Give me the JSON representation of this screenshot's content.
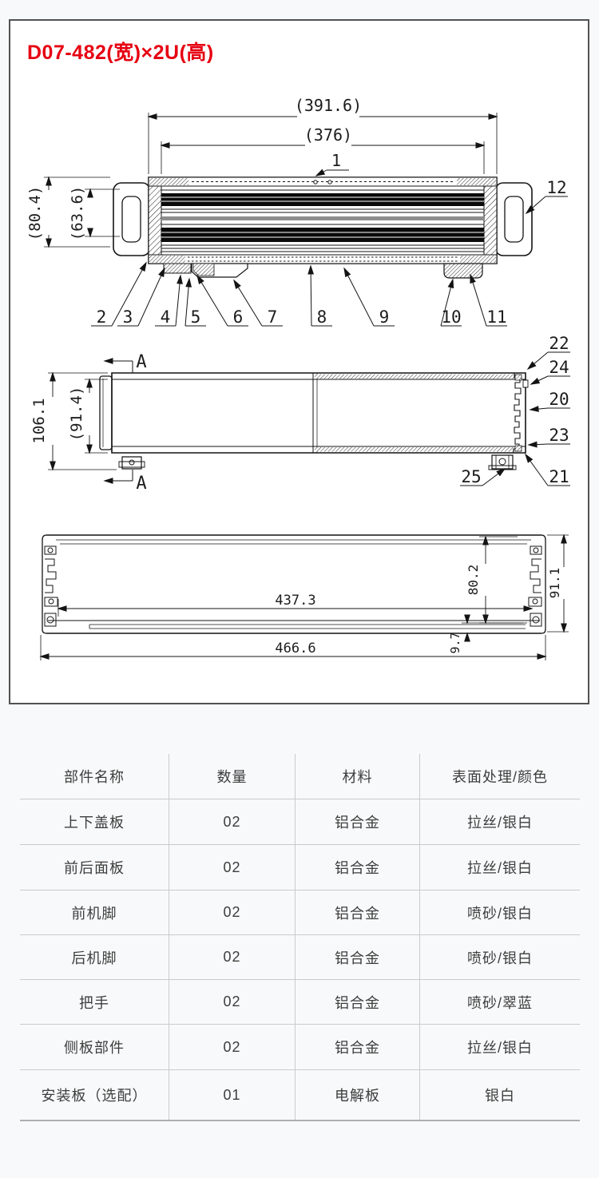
{
  "page": {
    "background": "#f8f9fa",
    "frame_border": "#525252"
  },
  "drawing": {
    "title": "D07-482(宽)×2U(高)",
    "title_color": "#e60012",
    "labels": {
      "t391": "(391.6)",
      "t376": "(376)",
      "t80": "(80.4)",
      "t63": "(63.6)",
      "n1": "1",
      "n2": "2",
      "n3": "3",
      "n4": "4",
      "n5": "5",
      "n6": "6",
      "n7": "7",
      "n8": "8",
      "n9": "9",
      "n10": "10",
      "n11": "11",
      "n12": "12",
      "t106": "106.1",
      "t91": "(91.4)",
      "aTop": "A",
      "aBot": "A",
      "n20": "20",
      "n21": "21",
      "n22": "22",
      "n23": "23",
      "n24": "24",
      "n25": "25",
      "t437": "437.3",
      "t466": "466.6",
      "t802": "80.2",
      "t911": "91.1",
      "t97": "9.7"
    }
  },
  "table": {
    "headers": [
      "部件名称",
      "数量",
      "材料",
      "表面处理/颜色"
    ],
    "rows": [
      [
        "上下盖板",
        "02",
        "铝合金",
        "拉丝/银白"
      ],
      [
        "前后面板",
        "02",
        "铝合金",
        "拉丝/银白"
      ],
      [
        "前机脚",
        "02",
        "铝合金",
        "喷砂/银白"
      ],
      [
        "后机脚",
        "02",
        "铝合金",
        "喷砂/银白"
      ],
      [
        "把手",
        "02",
        "铝合金",
        "喷砂/翠蓝"
      ],
      [
        "侧板部件",
        "02",
        "铝合金",
        "拉丝/银白"
      ],
      [
        "安装板（选配）",
        "01",
        "电解板",
        "银白"
      ]
    ]
  }
}
